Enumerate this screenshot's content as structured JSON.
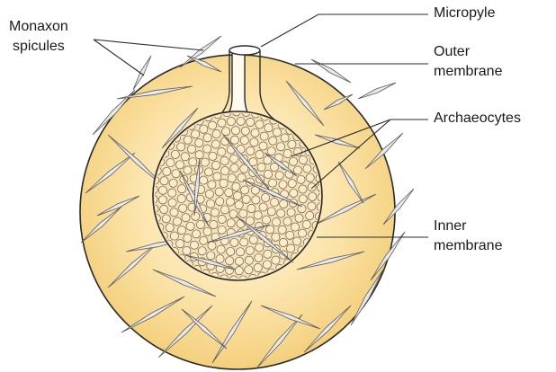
{
  "labels": {
    "micropyle": "Micropyle",
    "outer_membrane": [
      "Outer",
      "membrane"
    ],
    "archaeocytes": "Archaeocytes",
    "inner_membrane": [
      "Inner",
      "membrane"
    ],
    "monaxon_spicules": [
      "Monaxon",
      "spicules"
    ]
  },
  "colors": {
    "gemmule_fill": "#f6d98c",
    "gemmule_center": "#fff6dd",
    "outline": "#2a2a2a",
    "cell_fill": "#fbeacb",
    "spicule": "#8a8a8a"
  }
}
